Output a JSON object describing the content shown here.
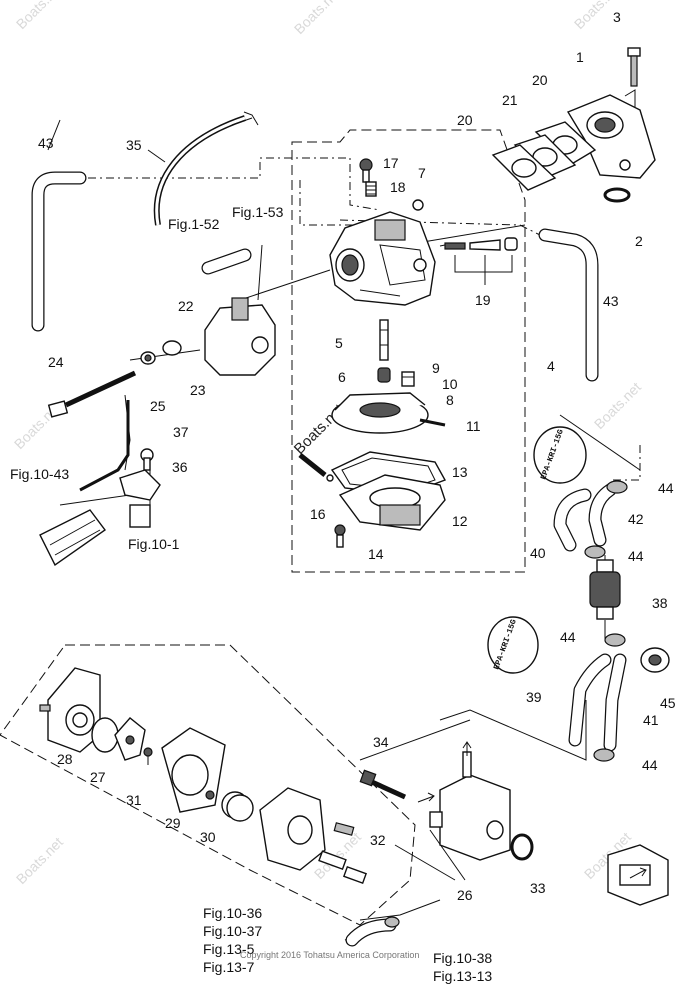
{
  "watermark": "Boats.net",
  "copyright": "Copyright 2016 Tohatsu America Corporation",
  "epa_tags": [
    "EPA-KRI-15G",
    "EPA-KRI-15G"
  ],
  "part_numbers": [
    "1",
    "2",
    "3",
    "4",
    "5",
    "6",
    "7",
    "8",
    "9",
    "10",
    "11",
    "12",
    "13",
    "14",
    "16",
    "17",
    "18",
    "19",
    "20",
    "20",
    "21",
    "22",
    "23",
    "24",
    "25",
    "26",
    "27",
    "28",
    "29",
    "30",
    "31",
    "32",
    "33",
    "34",
    "35",
    "36",
    "37",
    "38",
    "39",
    "40",
    "41",
    "42",
    "43",
    "43",
    "44",
    "44",
    "44",
    "44",
    "45"
  ],
  "figure_refs": [
    "Fig.1-52",
    "Fig.1-53",
    "Fig.10-43",
    "Fig.10-1",
    "Fig.10-36",
    "Fig.10-37",
    "Fig.13-5",
    "Fig.13-7",
    "Fig.10-38",
    "Fig.13-13"
  ]
}
